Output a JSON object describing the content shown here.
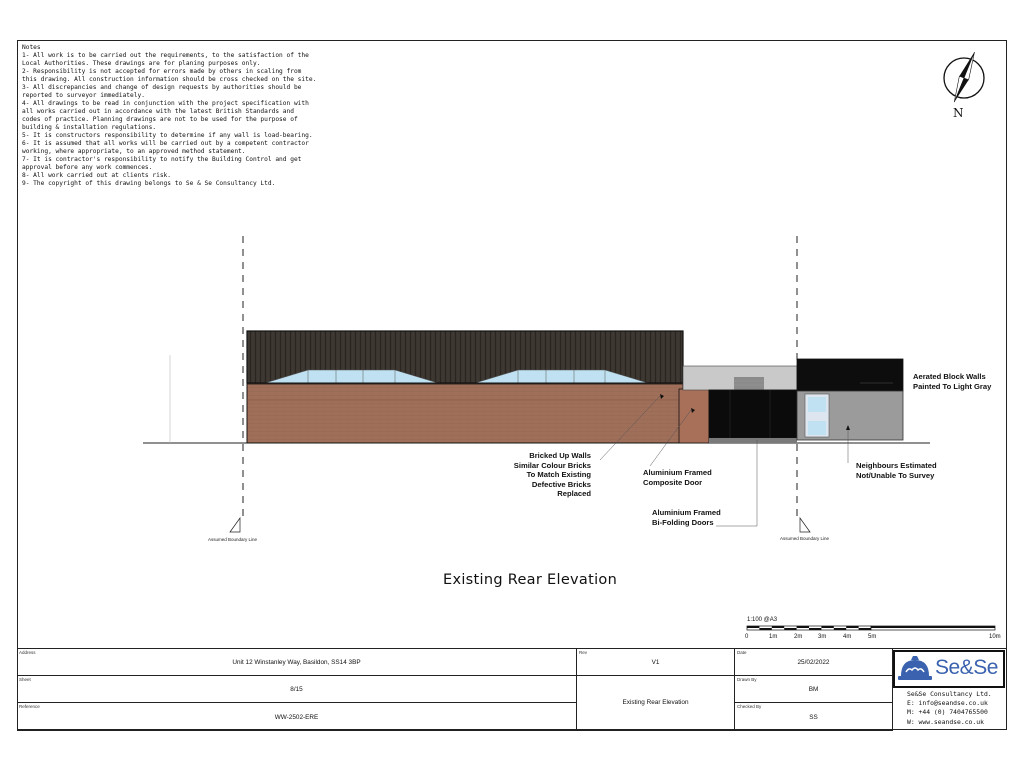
{
  "notes": {
    "heading": "Notes",
    "lines": [
      "1- All work is to be carried out the requirements, to the satisfaction of the",
      "Local Authorities. These drawings are for planing purposes only.",
      "2- Responsibility is not accepted for errors made by others in scaling from",
      "this drawing. All construction information should be cross checked on the site.",
      "3- All discrepancies and change of design requests by authorities should be",
      "reported to surveyor immediately.",
      "4- All drawings to be read in conjunction with the project specification with",
      "all works carried out in accordance with the latest British Standards and",
      "codes of practice. Planning drawings are not to be used for the purpose of",
      "building & installation regulations.",
      "5- It is constructors responsibility to determine if any wall is load-bearing.",
      "6- It is assumed that all works will be carried out by a competent contractor",
      "working, where appropriate, to an approved method statement.",
      "7- It is contractor's responsibility to notify the Building Control and get",
      "approval before any work commences.",
      "8- All work carried out at clients risk.",
      "9- The copyright of this drawing belongs to Se & Se Consultancy Ltd."
    ]
  },
  "north_label": "N",
  "annotations": {
    "block_walls": [
      "Aerated Block Walls",
      "Painted To Light Gray"
    ],
    "bricked_up": [
      "Bricked Up Walls",
      "Similar Colour Bricks",
      "To Match Existing",
      "Defective Bricks",
      "Replaced"
    ],
    "composite_door": [
      "Aluminium Framed",
      "Composite Door"
    ],
    "bifold_doors": [
      "Aluminium Framed",
      "Bi-Folding Doors"
    ],
    "neighbours": [
      "Neighbours Estimated",
      "Not/Unable To Survey"
    ],
    "boundary_left": "Assumed Boundary Line",
    "boundary_right": "Assumed Boundary Line"
  },
  "drawing_title": "Existing Rear Elevation",
  "scale_bar": {
    "ratio": "1:100 @A3",
    "ticks": [
      "0",
      "1m",
      "2m",
      "3m",
      "4m",
      "5m",
      "10m"
    ]
  },
  "title_block": {
    "address_caption": "Address",
    "address": "Unit 12 Winstanley Way, Basildon, SS14 3BP",
    "rev_caption": "Rev",
    "rev": "V1",
    "date_caption": "Date",
    "date": "25/02/2022",
    "sheet_caption": "Sheet",
    "sheet": "8/15",
    "drawn_caption": "Drawn By",
    "drawn": "BM",
    "reference_caption": "Reference",
    "reference": "WW-2502-ERE",
    "checked_caption": "Checked By",
    "checked": "SS",
    "drawing_name": "Existing Rear Elevation"
  },
  "company": {
    "logo_text": "Se&Se",
    "name": "Se&Se Consultancy Ltd.",
    "email": "E: info@seandse.co.uk",
    "mobile": "M: +44 (0) 7404765500",
    "web": "W: www.seandse.co.uk"
  }
}
